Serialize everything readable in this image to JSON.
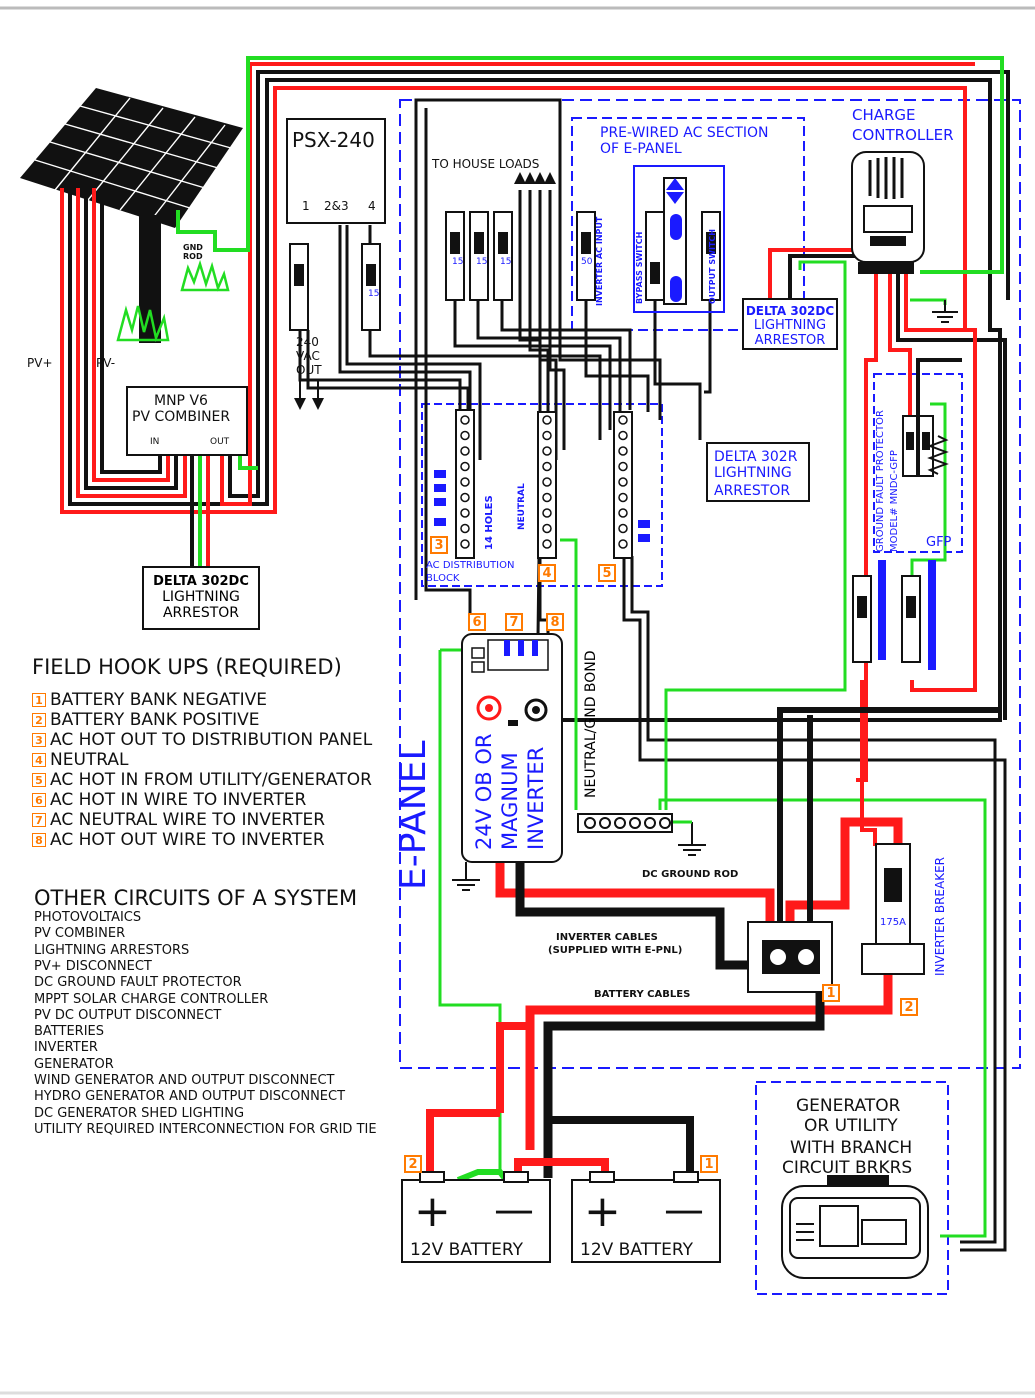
{
  "title_labels": {
    "pv_plus": "PV+",
    "pv_minus": "PV-",
    "psx": "PSX-240",
    "psx_terms": [
      "1",
      "2&3",
      "4"
    ],
    "vac_out": [
      "240",
      "VAC",
      "OUT"
    ],
    "combiner": [
      "MNP V6",
      "PV COMBINER"
    ],
    "combiner_in": "IN",
    "combiner_out": "OUT",
    "gnd_rod": [
      "GND",
      "ROD"
    ],
    "arrestor_pv": [
      "DELTA 302DC",
      "LIGHTNING",
      "ARRESTOR"
    ],
    "house_loads": "TO HOUSE LOADS",
    "prewired": [
      "PRE-WIRED AC SECTION",
      "OF E-PANEL"
    ],
    "charge_controller": [
      "CHARGE",
      "CONTROLLER"
    ],
    "arrestor_dc": [
      "DELTA 302DC",
      "LIGHTNING",
      "ARRESTOR"
    ],
    "arrestor_r": [
      "DELTA 302R",
      "LIGHTNING",
      "ARRESTOR"
    ],
    "holes": "14 HOLES",
    "neutral": "NEUTRAL",
    "ac_block": [
      "AC DISTRIBUTION",
      "BLOCK"
    ],
    "gfp_title": "GROUND FAULT PROTECTOR",
    "gfp_model": "MODEL# MNDC-GFP",
    "gfp": "GFP",
    "inverter_ac_input": "INVERTER AC INPUT",
    "bypass_switch": "BYPASS SWITCH",
    "output_switch": "OUTPUT SWITCH",
    "breaker_15": "15",
    "breaker_50": "50",
    "neutral_bond": "NEUTRAL/GND BOND",
    "inverter": [
      "24V OB OR",
      "MAGNUM",
      "INVERTER"
    ],
    "epanel": "E-PANEL",
    "dc_ground_rod": "DC GROUND ROD",
    "inverter_cables": [
      "INVERTER CABLES",
      "(SUPPLIED WITH E-PNL)"
    ],
    "battery_cables": "BATTERY CABLES",
    "inverter_breaker": "INVERTER BREAKER",
    "breaker_rating": "175A",
    "generator": [
      "GENERATOR",
      "OR UTILITY",
      "WITH BRANCH",
      "CIRCUIT BRKRS"
    ],
    "battery": "12V BATTERY",
    "plus": "+",
    "minus": "—"
  },
  "tags": [
    "1",
    "2",
    "3",
    "4",
    "5",
    "6",
    "7",
    "8"
  ],
  "legend_title": "FIELD HOOK UPS (REQUIRED)",
  "legend": [
    {
      "n": "1",
      "text": "BATTERY BANK NEGATIVE"
    },
    {
      "n": "2",
      "text": "BATTERY BANK POSITIVE"
    },
    {
      "n": "3",
      "text": "AC HOT OUT TO DISTRIBUTION PANEL"
    },
    {
      "n": "4",
      "text": "NEUTRAL"
    },
    {
      "n": "5",
      "text": "AC HOT IN FROM UTILITY/GENERATOR"
    },
    {
      "n": "6",
      "text": "AC HOT IN WIRE TO INVERTER"
    },
    {
      "n": "7",
      "text": "AC NEUTRAL WIRE TO INVERTER"
    },
    {
      "n": "8",
      "text": "AC HOT OUT WIRE TO INVERTER"
    }
  ],
  "other_title": "OTHER CIRCUITS OF A SYSTEM",
  "other_items": [
    "PHOTOVOLTAICS",
    "PV COMBINER",
    "LIGHTNING ARRESTORS",
    "PV+ DISCONNECT",
    "DC GROUND FAULT PROTECTOR",
    "MPPT SOLAR CHARGE CONTROLLER",
    "PV DC OUTPUT DISCONNECT",
    "BATTERIES",
    "INVERTER",
    "GENERATOR",
    "WIND GENERATOR AND OUTPUT DISCONNECT",
    "HYDRO GENERATOR AND OUTPUT DISCONNECT",
    "DC GENERATOR SHED LIGHTING",
    "UTILITY REQUIRED INTERCONNECTION FOR GRID TIE"
  ],
  "colors": {
    "red": "#ff1a1a",
    "black": "#111111",
    "green": "#22dd22",
    "blue": "#1a1aff",
    "orange": "#ff7a00"
  }
}
